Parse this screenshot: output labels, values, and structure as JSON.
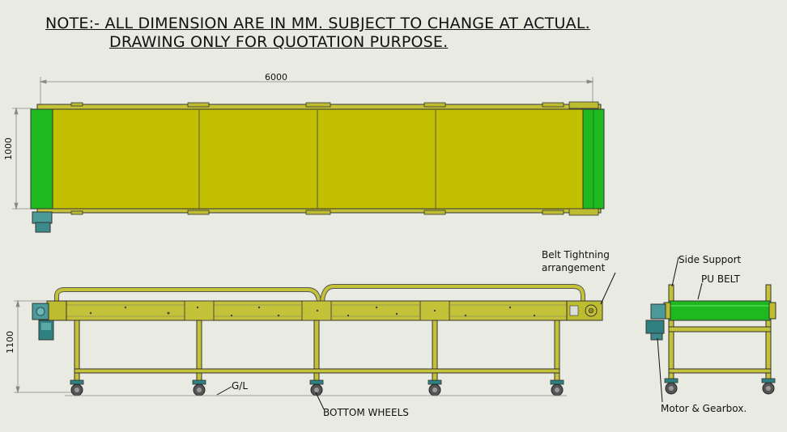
{
  "note": {
    "line1": "NOTE:- ALL DIMENSION ARE IN MM. SUBJECT TO CHANGE AT ACTUAL.",
    "line2": "DRAWING  ONLY  FOR QUOTATION PURPOSE."
  },
  "dimensions": {
    "length": "6000",
    "width": "1000",
    "height": "1100"
  },
  "labels": {
    "belt_tightning_1": "Belt Tightning",
    "belt_tightning_2": "arrangement",
    "side_support": "Side Support",
    "pu_belt": "PU BELT",
    "ground_level": "G/L",
    "bottom_wheels": "BOTTOM WHEELS",
    "motor_gearbox": "Motor & Gearbox."
  },
  "colors": {
    "belt_yellow": "#c2c000",
    "frame_yellow": "#c4c238",
    "roller_green": "#1fb81f",
    "motor_teal": "#4a9a9a",
    "line": "#333333",
    "background": "#e9eae2"
  }
}
